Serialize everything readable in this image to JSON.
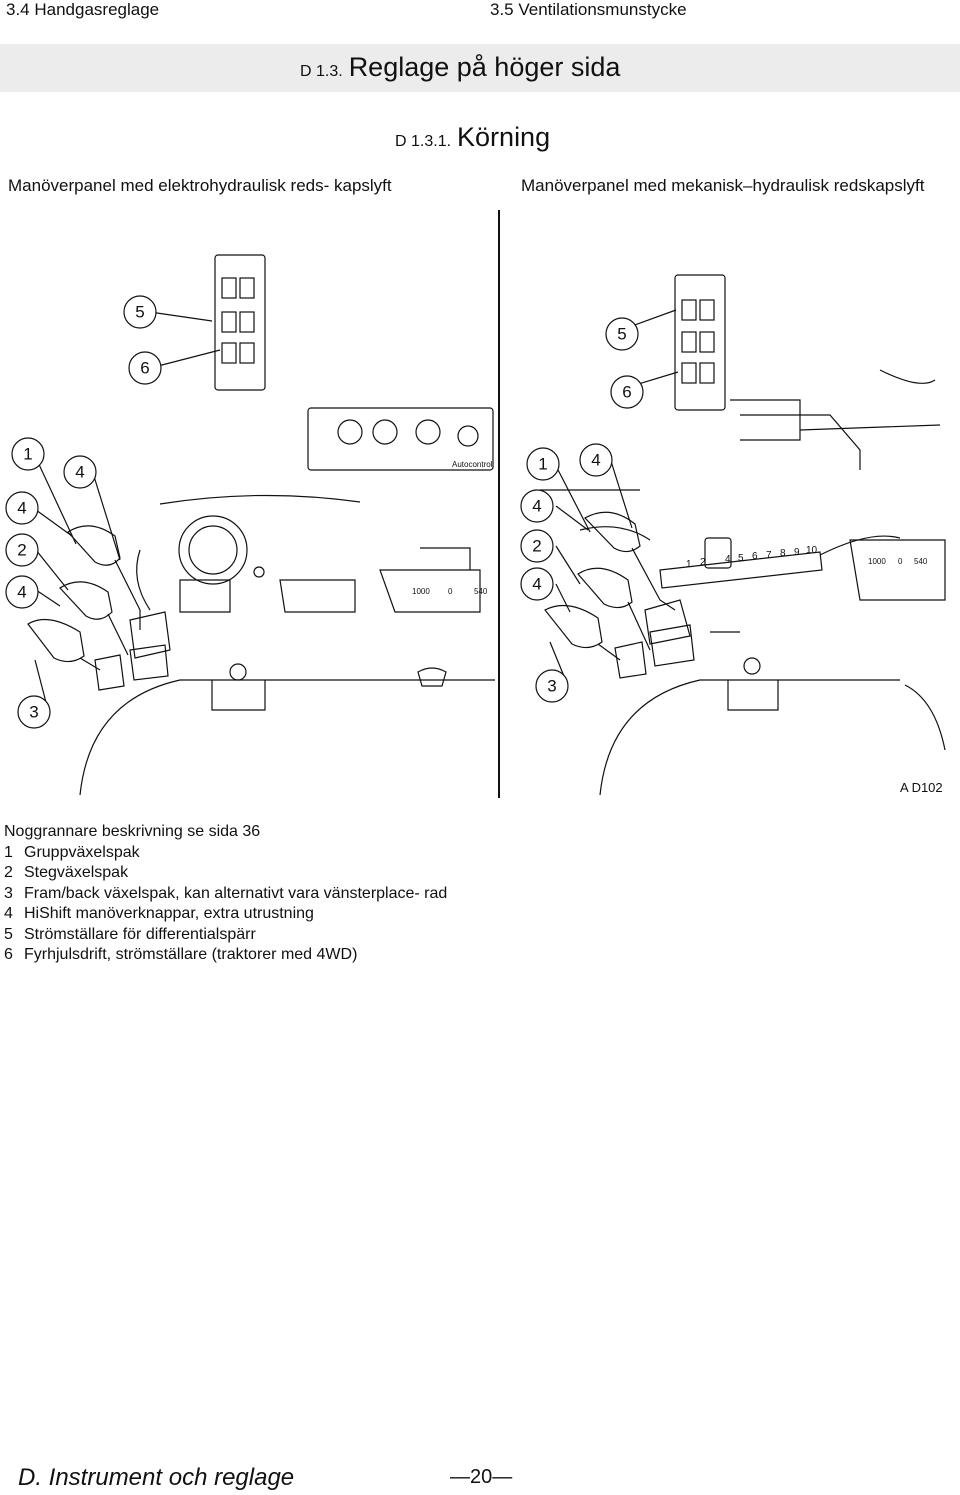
{
  "header": {
    "left": "3.4 Handgasreglage",
    "right": "3.5 Ventilationsmunstycke"
  },
  "section": {
    "prefix": "D 1.3.",
    "title": "Reglage på höger sida"
  },
  "subsection": {
    "prefix": "D 1.3.1.",
    "title": "Körning"
  },
  "captions": {
    "left": "Manöverpanel med elektrohydraulisk reds- kapslyft",
    "right": "Manöverpanel med mekanisk–hydraulisk redskapslyft"
  },
  "figure": {
    "code": "A D102",
    "callouts": [
      "1",
      "2",
      "3",
      "4",
      "5",
      "6"
    ],
    "dial_labels": {
      "rpm_left": "1000",
      "zero": "0",
      "pto": "540"
    },
    "autocontrol": "Autocontrol",
    "scale": [
      "1",
      "2",
      "4",
      "5",
      "6",
      "7",
      "8",
      "9",
      "10"
    ]
  },
  "description": {
    "intro": "Noggrannare beskrivning se sida 36",
    "items": [
      {
        "num": "1",
        "text": "Gruppväxelspak"
      },
      {
        "num": "2",
        "text": "Stegväxelspak"
      },
      {
        "num": "3",
        "text": "Fram/back växelspak, kan alternativt vara vänsterplace- rad"
      },
      {
        "num": "4",
        "text": "HiShift manöverknappar, extra utrustning"
      },
      {
        "num": "5",
        "text": "Strömställare för differentialspärr"
      },
      {
        "num": "6",
        "text": "Fyrhjulsdrift, strömställare (traktorer med 4WD)"
      }
    ]
  },
  "footer": {
    "title": "D. Instrument och reglage",
    "page": "—20—"
  }
}
